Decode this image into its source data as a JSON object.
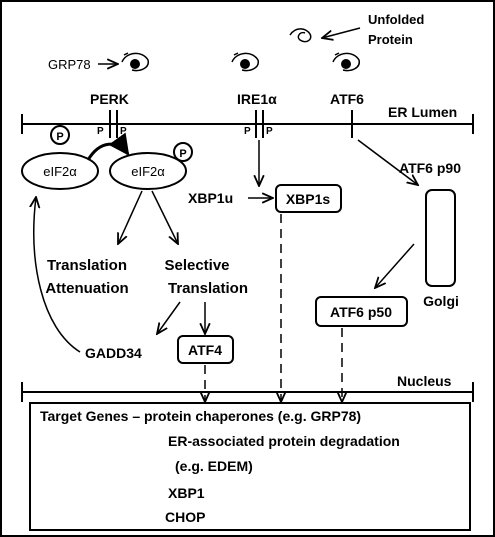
{
  "labels": {
    "unfolded_line1": "Unfolded",
    "unfolded_line2": "Protein",
    "grp78": "GRP78",
    "perk": "PERK",
    "ire1a": "IRE1α",
    "atf6": "ATF6",
    "er_lumen": "ER Lumen",
    "p": "P",
    "eif2a": "eIF2α",
    "xbp1u": "XBP1u",
    "xbp1s": "XBP1s",
    "atf6_p90": "ATF6 p90",
    "golgi": "Golgi",
    "atf6_p50": "ATF6 p50",
    "translation_attenuation_1": "Translation",
    "translation_attenuation_2": "Attenuation",
    "selective_translation_1": "Selective",
    "selective_translation_2": "Translation",
    "gadd34": "GADD34",
    "atf4": "ATF4",
    "nucleus": "Nucleus",
    "target_genes_1": "Target Genes – protein chaperones (e.g. GRP78)",
    "target_genes_2": "ER-associated protein degradation",
    "target_genes_3": "(e.g. EDEM)",
    "target_genes_4": "XBP1",
    "target_genes_5": "CHOP"
  }
}
